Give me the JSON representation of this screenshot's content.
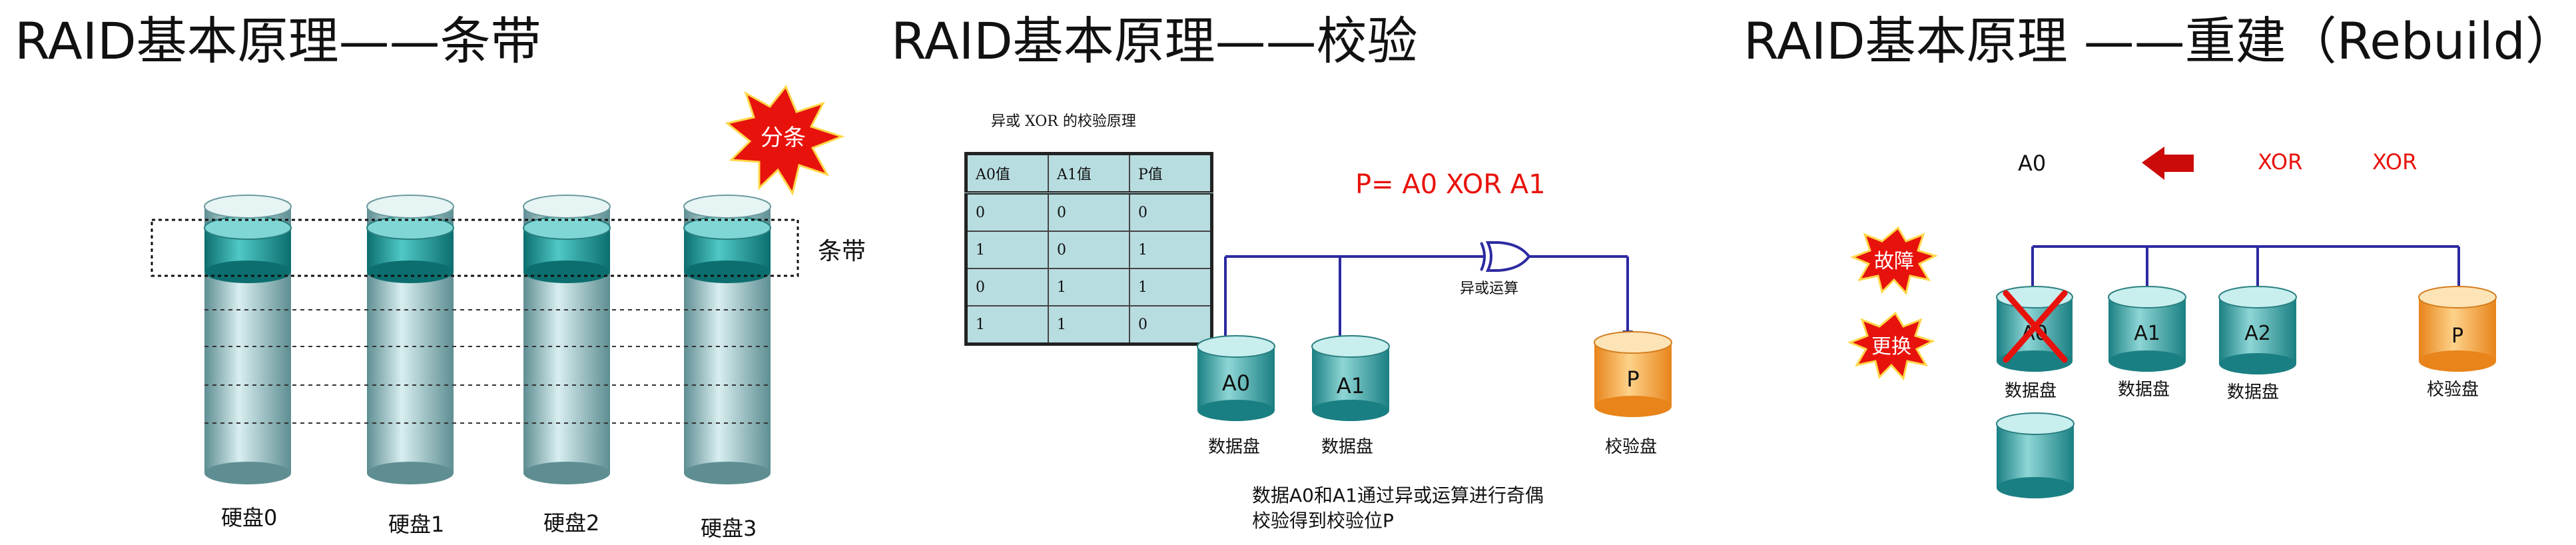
{
  "slide_stripe": {
    "title": "RAID基本原理——条带",
    "burst_label": "分条",
    "stripe_label": "条带",
    "disks": [
      "硬盘0",
      "硬盘1",
      "硬盘2",
      "硬盘3"
    ]
  },
  "slide_parity": {
    "title": "RAID基本原理——校验",
    "table_caption": "异或 XOR 的校验原理",
    "table": {
      "headers": [
        "A0值",
        "A1值",
        "P值"
      ],
      "rows": [
        [
          "0",
          "0",
          "0"
        ],
        [
          "1",
          "0",
          "1"
        ],
        [
          "0",
          "1",
          "1"
        ],
        [
          "1",
          "1",
          "0"
        ]
      ]
    },
    "formula": "P= A0 XOR A1",
    "gate_label": "异或运算",
    "disks": [
      {
        "name": "A0",
        "caption": "数据盘"
      },
      {
        "name": "A1",
        "caption": "数据盘"
      },
      {
        "name": "P",
        "caption": "校验盘"
      }
    ],
    "note_line1": "数据A0和A1通过异或运算进行奇偶",
    "note_line2": "校验得到校验位P"
  },
  "slide_rebuild": {
    "title": "RAID基本原理 ——重建（Rebuild）",
    "a0_label": "A0",
    "xor_label_1": "XOR",
    "xor_label_2": "XOR",
    "burst_fault": "故障",
    "burst_replace": "更换",
    "disks": [
      {
        "name": "A0",
        "caption": "数据盘"
      },
      {
        "name": "A1",
        "caption": "数据盘"
      },
      {
        "name": "A2",
        "caption": "数据盘"
      },
      {
        "name": "P",
        "caption": "校验盘"
      }
    ]
  },
  "colors": {
    "teal": "#2e9a9a",
    "accent_red": "#e8120c",
    "bus_blue": "#2c2aa0",
    "parity_orange": "#f6a43a"
  }
}
